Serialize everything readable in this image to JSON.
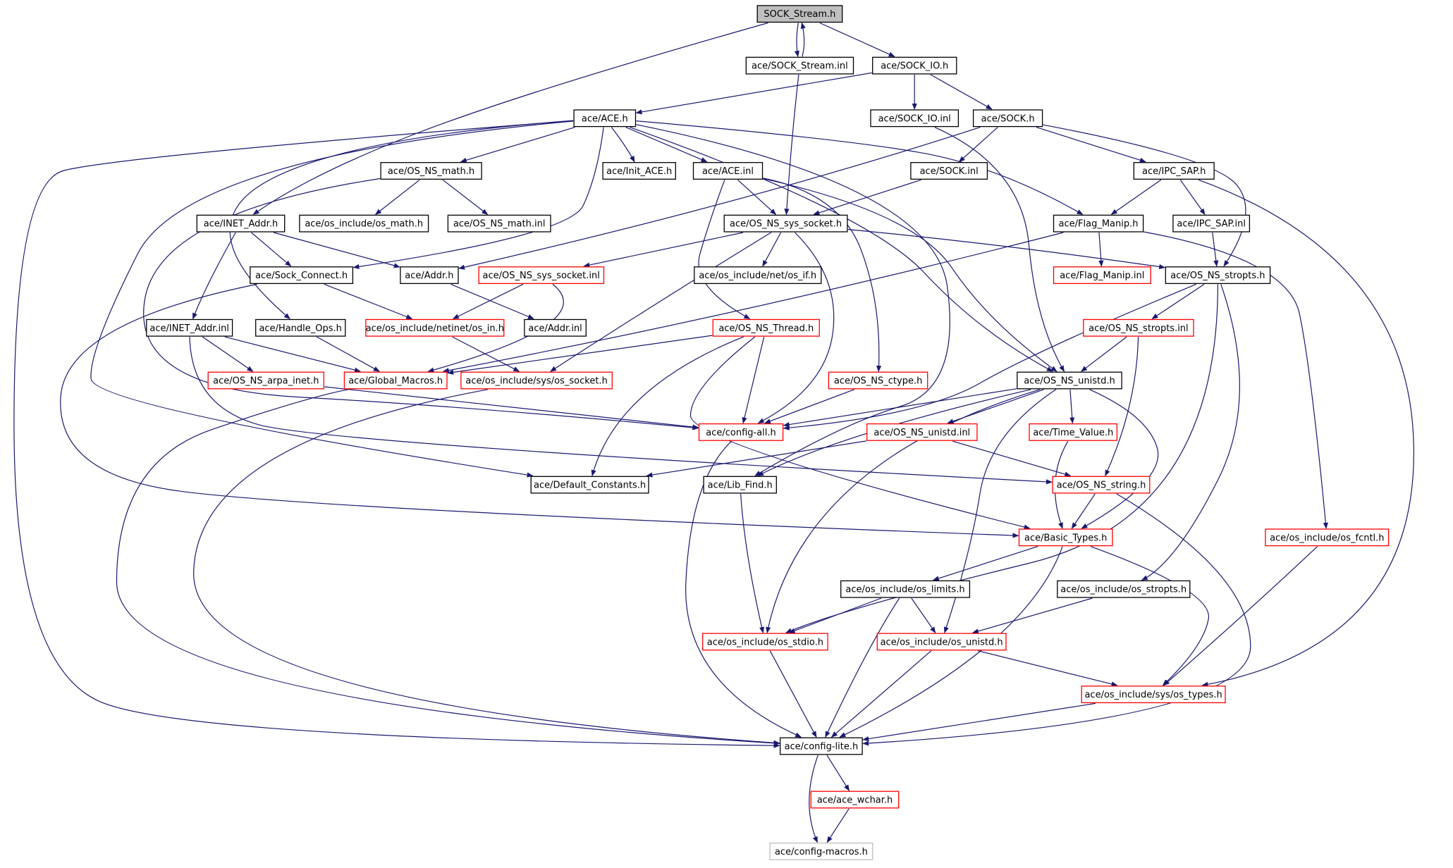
{
  "diagram": {
    "colors": {
      "edge": "#191970",
      "node_black": "#000000",
      "node_red": "#ff0000",
      "node_gray": "#bfbfbf",
      "root_fill": "#bfbfbf",
      "text": "#000000"
    },
    "nodes": [
      {
        "id": "sock_stream_h",
        "label": "SOCK_Stream.h",
        "style": "root"
      },
      {
        "id": "sock_stream_inl",
        "label": "ace/SOCK_Stream.inl",
        "style": "black"
      },
      {
        "id": "sock_io_h",
        "label": "ace/SOCK_IO.h",
        "style": "black"
      },
      {
        "id": "ace_h",
        "label": "ace/ACE.h",
        "style": "black"
      },
      {
        "id": "sock_io_inl",
        "label": "ace/SOCK_IO.inl",
        "style": "black"
      },
      {
        "id": "sock_h",
        "label": "ace/SOCK.h",
        "style": "black"
      },
      {
        "id": "os_ns_math_h",
        "label": "ace/OS_NS_math.h",
        "style": "black"
      },
      {
        "id": "init_ace_h",
        "label": "ace/Init_ACE.h",
        "style": "black"
      },
      {
        "id": "ace_inl",
        "label": "ace/ACE.inl",
        "style": "black"
      },
      {
        "id": "sock_inl",
        "label": "ace/SOCK.inl",
        "style": "black"
      },
      {
        "id": "ipc_sap_h",
        "label": "ace/IPC_SAP.h",
        "style": "black"
      },
      {
        "id": "inet_addr_h",
        "label": "ace/INET_Addr.h",
        "style": "black"
      },
      {
        "id": "os_math_h",
        "label": "ace/os_include/os_math.h",
        "style": "black"
      },
      {
        "id": "os_ns_math_inl",
        "label": "ace/OS_NS_math.inl",
        "style": "black"
      },
      {
        "id": "os_ns_sys_socket_h",
        "label": "ace/OS_NS_sys_socket.h",
        "style": "black"
      },
      {
        "id": "flag_manip_h",
        "label": "ace/Flag_Manip.h",
        "style": "black"
      },
      {
        "id": "ipc_sap_inl",
        "label": "ace/IPC_SAP.inl",
        "style": "black"
      },
      {
        "id": "sock_connect_h",
        "label": "ace/Sock_Connect.h",
        "style": "black"
      },
      {
        "id": "addr_h",
        "label": "ace/Addr.h",
        "style": "black"
      },
      {
        "id": "os_ns_sys_socket_inl",
        "label": "ace/OS_NS_sys_socket.inl",
        "style": "red"
      },
      {
        "id": "net_os_if_h",
        "label": "ace/os_include/net/os_if.h",
        "style": "black"
      },
      {
        "id": "flag_manip_inl",
        "label": "ace/Flag_Manip.inl",
        "style": "red"
      },
      {
        "id": "os_ns_stropts_h",
        "label": "ace/OS_NS_stropts.h",
        "style": "black"
      },
      {
        "id": "inet_addr_inl",
        "label": "ace/INET_Addr.inl",
        "style": "black"
      },
      {
        "id": "handle_ops_h",
        "label": "ace/Handle_Ops.h",
        "style": "black"
      },
      {
        "id": "netinet_os_in_h",
        "label": "ace/os_include/netinet/os_in.h",
        "style": "red"
      },
      {
        "id": "addr_inl",
        "label": "ace/Addr.inl",
        "style": "black"
      },
      {
        "id": "os_ns_thread_h",
        "label": "ace/OS_NS_Thread.h",
        "style": "red"
      },
      {
        "id": "os_ns_stropts_inl",
        "label": "ace/OS_NS_stropts.inl",
        "style": "red"
      },
      {
        "id": "os_ns_arpa_inet_h",
        "label": "ace/OS_NS_arpa_inet.h",
        "style": "red"
      },
      {
        "id": "global_macros_h",
        "label": "ace/Global_Macros.h",
        "style": "red"
      },
      {
        "id": "sys_os_socket_h",
        "label": "ace/os_include/sys/os_socket.h",
        "style": "red"
      },
      {
        "id": "os_ns_ctype_h",
        "label": "ace/OS_NS_ctype.h",
        "style": "red"
      },
      {
        "id": "os_ns_unistd_h",
        "label": "ace/OS_NS_unistd.h",
        "style": "black"
      },
      {
        "id": "config_all_h",
        "label": "ace/config-all.h",
        "style": "red"
      },
      {
        "id": "os_ns_unistd_inl",
        "label": "ace/OS_NS_unistd.inl",
        "style": "red"
      },
      {
        "id": "time_value_h",
        "label": "ace/Time_Value.h",
        "style": "red"
      },
      {
        "id": "default_constants_h",
        "label": "ace/Default_Constants.h",
        "style": "black"
      },
      {
        "id": "lib_find_h",
        "label": "ace/Lib_Find.h",
        "style": "black"
      },
      {
        "id": "os_ns_string_h",
        "label": "ace/OS_NS_string.h",
        "style": "red"
      },
      {
        "id": "basic_types_h",
        "label": "ace/Basic_Types.h",
        "style": "red"
      },
      {
        "id": "os_fcntl_h",
        "label": "ace/os_include/os_fcntl.h",
        "style": "red"
      },
      {
        "id": "os_limits_h",
        "label": "ace/os_include/os_limits.h",
        "style": "black"
      },
      {
        "id": "os_stropts_h",
        "label": "ace/os_include/os_stropts.h",
        "style": "black"
      },
      {
        "id": "os_stdio_h",
        "label": "ace/os_include/os_stdio.h",
        "style": "red"
      },
      {
        "id": "os_unistd_h",
        "label": "ace/os_include/os_unistd.h",
        "style": "red"
      },
      {
        "id": "sys_os_types_h",
        "label": "ace/os_include/sys/os_types.h",
        "style": "red"
      },
      {
        "id": "config_lite_h",
        "label": "ace/config-lite.h",
        "style": "black"
      },
      {
        "id": "ace_wchar_h",
        "label": "ace/ace_wchar.h",
        "style": "red"
      },
      {
        "id": "config_macros_h",
        "label": "ace/config-macros.h",
        "style": "gray"
      }
    ]
  }
}
